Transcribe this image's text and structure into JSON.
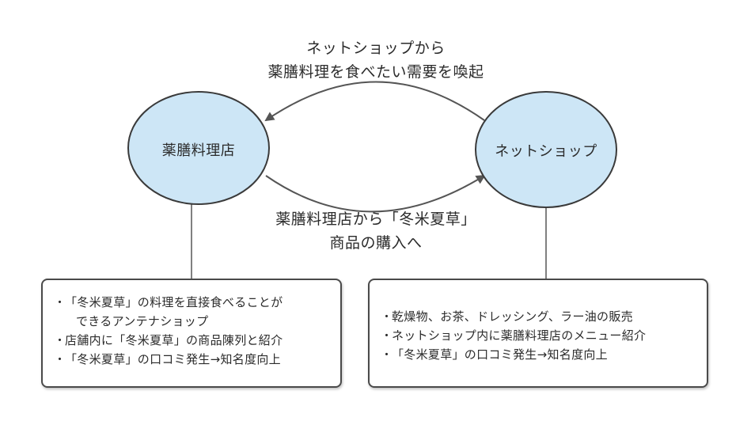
{
  "diagram": {
    "top_arrow_label": [
      "ネットショップから",
      "薬膳料理を食べたい需要を喚起"
    ],
    "bottom_arrow_label": [
      "薬膳料理店から「冬米夏草」",
      "商品の購入へ"
    ],
    "left_node": "薬膳料理店",
    "right_node": "ネットショップ",
    "node_fill": "#cde6f6",
    "node_stroke": "#3a3a3a",
    "left_box": {
      "items": [
        [
          "「冬米夏草」の料理を直接食べることが",
          "できるアンテナショップ"
        ],
        [
          "店舗内に「冬米夏草」の商品陳列と紹介"
        ],
        [
          "「冬米夏草」の口コミ発生→知名度向上"
        ]
      ]
    },
    "right_box": {
      "items": [
        [
          "乾燥物、お茶、ドレッシング、ラー油の販売"
        ],
        [
          "ネットショップ内に薬膳料理店のメニュー紹介"
        ],
        [
          "「冬米夏草」の口コミ発生→知名度向上"
        ]
      ]
    },
    "bullet": "・"
  }
}
